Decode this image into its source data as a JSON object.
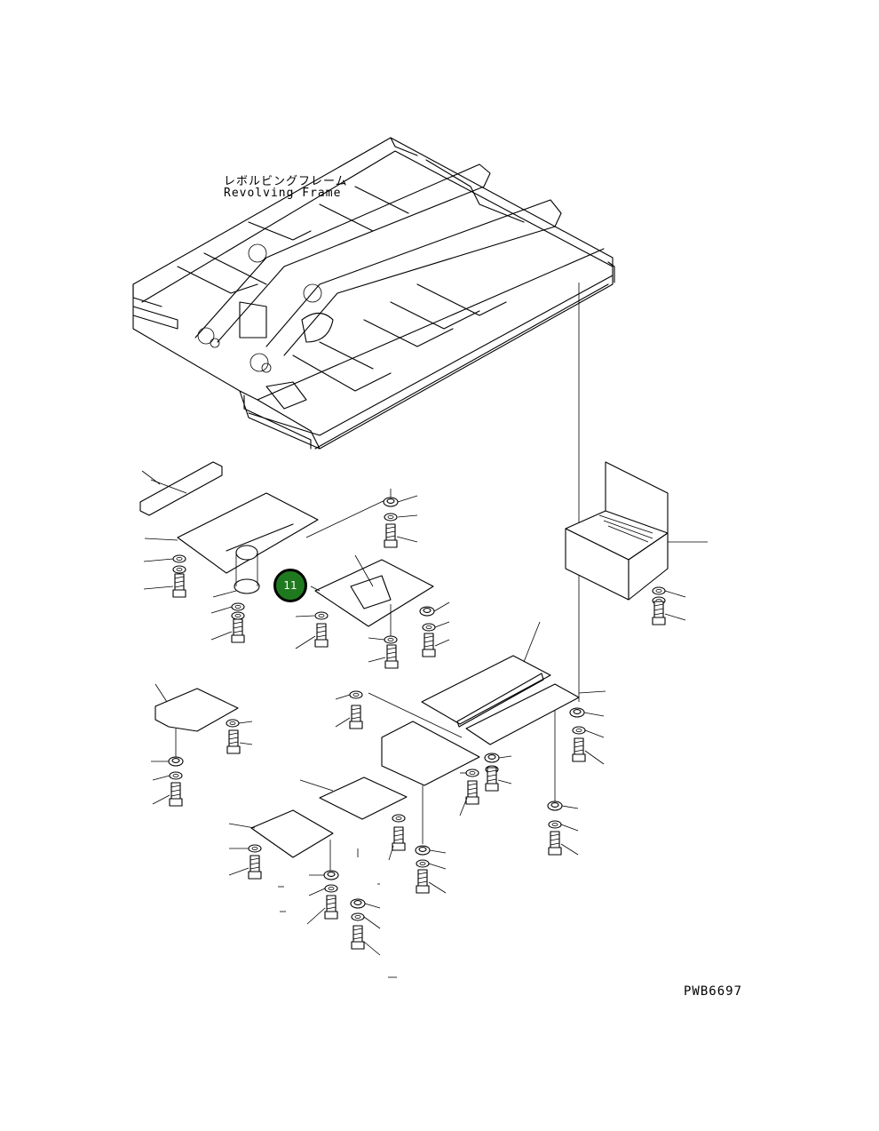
{
  "labels": {
    "frame_jp": "レボルビングフレーム",
    "frame_en": "Revolving Frame",
    "drawing_no": "PWB6697"
  },
  "callout": {
    "number": "11",
    "color": "#1f7a1f"
  }
}
